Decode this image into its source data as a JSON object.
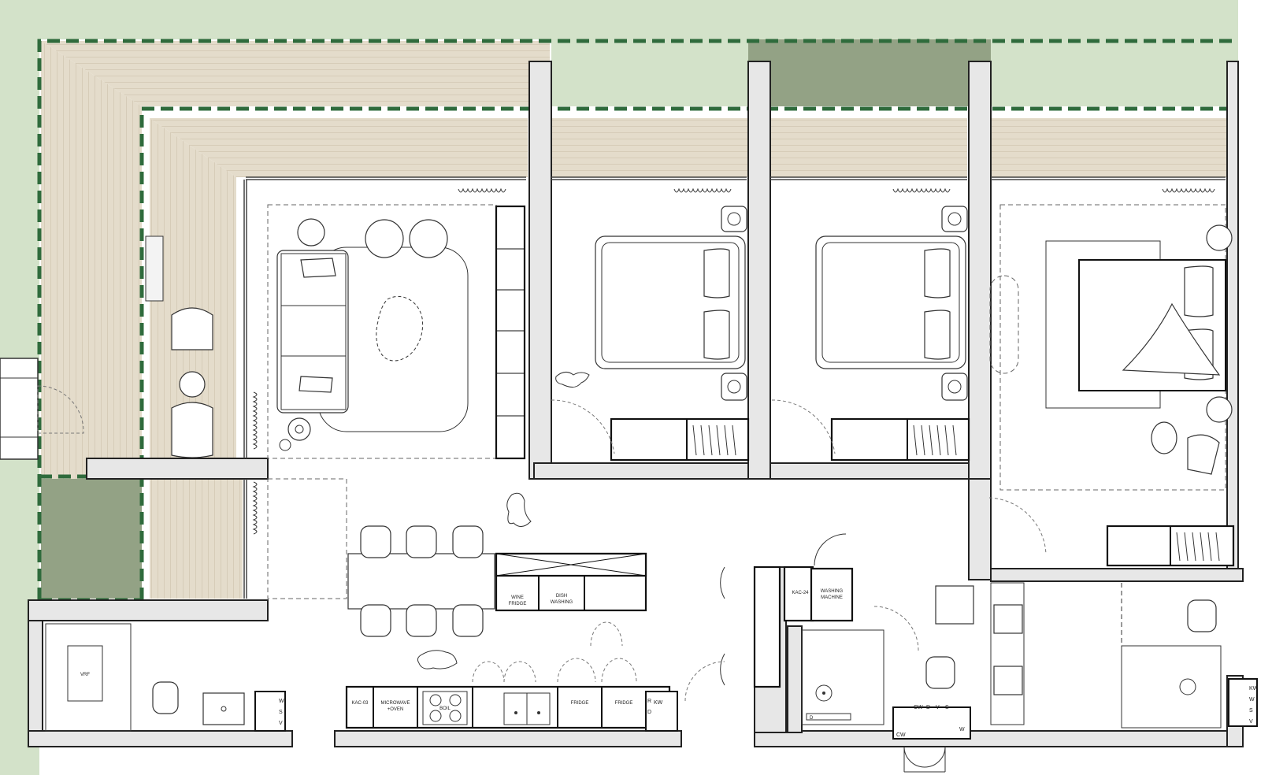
{
  "colors": {
    "lawn": "#d3e2c9",
    "planter": "#93a285",
    "deck": "#e4dccb",
    "deck_line": "#c9bca5",
    "boundary": "#2f6b3c",
    "wall_fill": "#e7e7e7",
    "line": "#222222"
  },
  "kitchen_labels": {
    "kac03": "KAC-03",
    "microwave_line1": "MICROWAVE",
    "microwave_line2": "+OVEN",
    "hob": "BOIL",
    "fridge_a": "FRIDGE",
    "fridge_b": "FRIDGE",
    "wine_line1": "WINE",
    "wine_line2": "FRIDGE",
    "dish_line1": "DISH",
    "dish_line2": "WASHING"
  },
  "utility_labels": {
    "vrf": "VRF",
    "kac24": "KAC-24",
    "washing_line1": "WASHING",
    "washing_line2": "MACHINE"
  },
  "riser_labels": {
    "r1_w": "W",
    "r1_s": "S",
    "r1_v": "V",
    "r2_kw": "KW",
    "r2_r": "R",
    "r2_d": "D",
    "r3_kw": "KW",
    "r3_w": "W",
    "r3_s": "S",
    "r3_v": "V",
    "shaft_cw": "CW",
    "shaft_d": "D",
    "shaft_v": "V",
    "shaft_s": "S",
    "shaft_cw2": "CW",
    "shaft_w": "W",
    "bath_d": "D"
  }
}
